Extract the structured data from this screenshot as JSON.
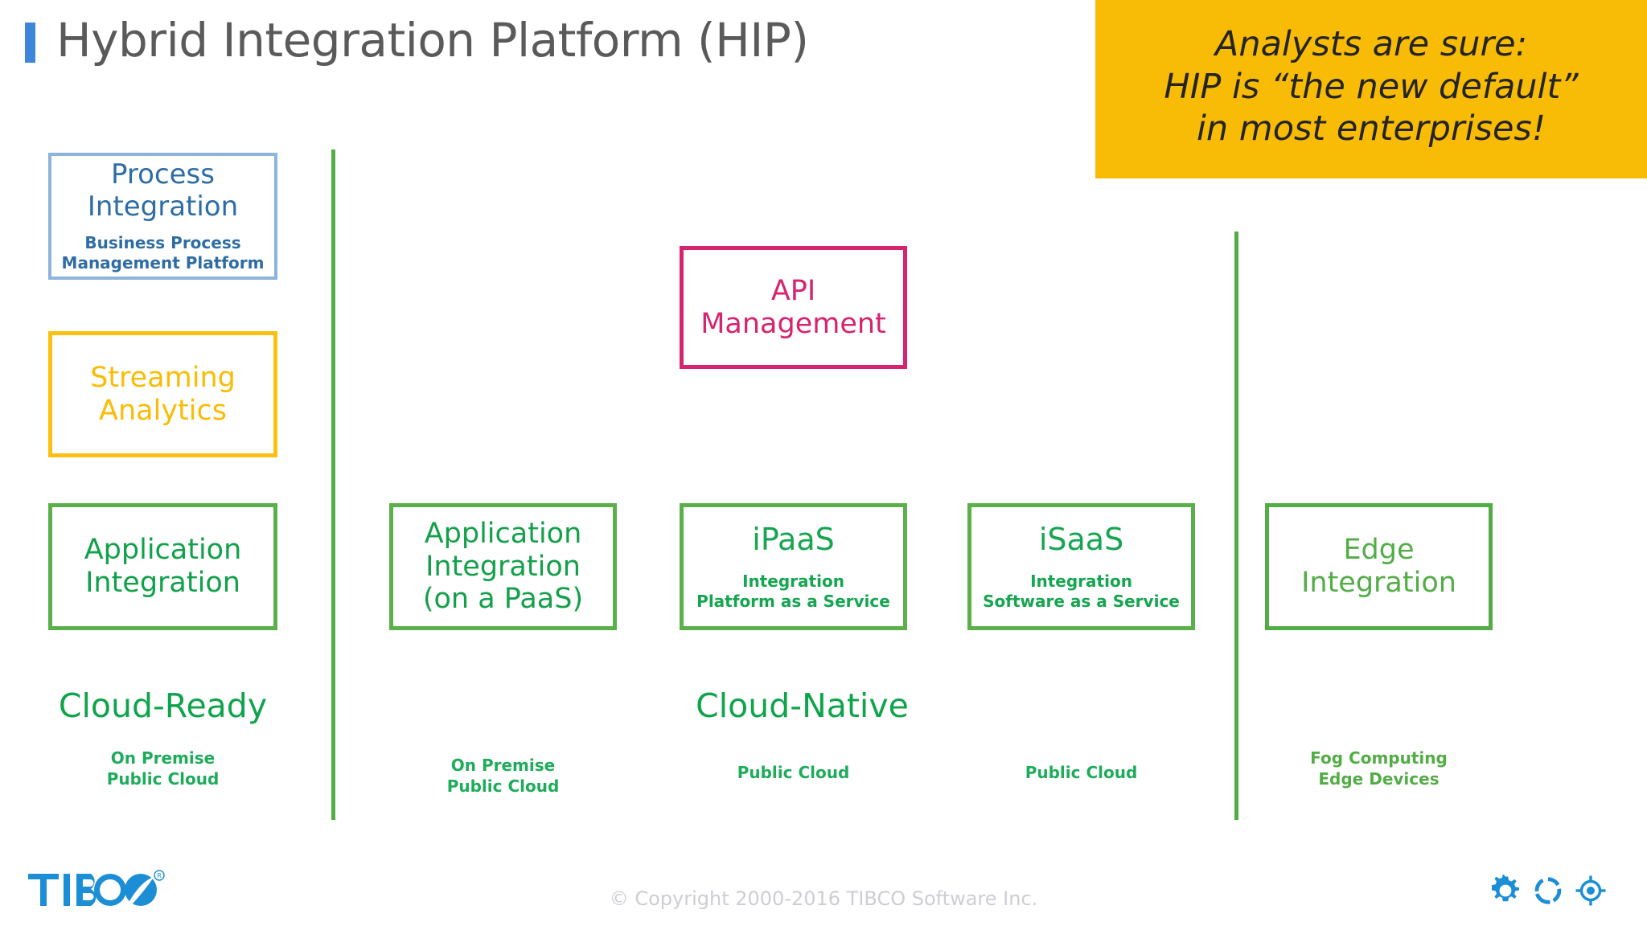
{
  "header": {
    "title": "Hybrid Integration Platform (HIP)",
    "accent_color": "#3c87dc"
  },
  "callout": {
    "background_color": "#f9bc06",
    "text_color": "#242424",
    "lines": [
      "Analysts are sure:",
      "HIP is “the new default”",
      "in most enterprises!"
    ]
  },
  "boxes": [
    {
      "id": "process-integration",
      "title_line1": "Process",
      "title_line2": "Integration",
      "sub_line1": "Business Process",
      "sub_line2": "Management Platform",
      "border_color": "#8cb4dd",
      "text_color": "#2e6da4"
    },
    {
      "id": "streaming-analytics",
      "title_line1": "Streaming",
      "title_line2": "Analytics",
      "sub_line1": "",
      "sub_line2": "",
      "border_color": "#fbc011",
      "text_color": "#f9bc06"
    },
    {
      "id": "application-integration",
      "title_line1": "Application",
      "title_line2": "Integration",
      "sub_line1": "",
      "sub_line2": "",
      "border_color": "#5bb04b",
      "text_color": "#10a14a"
    },
    {
      "id": "api-management",
      "title_line1": "API",
      "title_line2": "Management",
      "sub_line1": "",
      "sub_line2": "",
      "border_color": "#d6246e",
      "text_color": "#d6246e"
    },
    {
      "id": "application-integration-paas",
      "title_line1": "Application",
      "title_line2": "Integration",
      "title_line3": "(on a PaaS)",
      "sub_line1": "",
      "sub_line2": "",
      "border_color": "#5bb04b",
      "text_color": "#14a04a"
    },
    {
      "id": "ipaas",
      "title_line1": "iPaaS",
      "sub_line1": "Integration",
      "sub_line2": "Platform as a Service",
      "border_color": "#5bb04b",
      "text_color": "#16a550"
    },
    {
      "id": "isaas",
      "title_line1": "iSaaS",
      "sub_line1": "Integration",
      "sub_line2": "Software as a Service",
      "border_color": "#5bb04b",
      "text_color": "#16a550"
    },
    {
      "id": "edge-integration",
      "title_line1": "Edge",
      "title_line2": "Integration",
      "sub_line1": "",
      "sub_line2": "",
      "border_color": "#53ad46",
      "text_color": "#53ad46"
    }
  ],
  "categories": [
    {
      "id": "cloud-ready",
      "label": "Cloud-Ready",
      "color": "#0fa34c"
    },
    {
      "id": "cloud-native",
      "label": "Cloud-Native",
      "color": "#0fa34c"
    }
  ],
  "footnotes": [
    {
      "id": "cloud-ready",
      "line1": "On Premise",
      "line2": "Public Cloud"
    },
    {
      "id": "application-integration-paas",
      "line1": "On Premise",
      "line2": "Public Cloud"
    },
    {
      "id": "ipaas",
      "line1": "Public Cloud",
      "line2": ""
    },
    {
      "id": "isaas",
      "line1": "Public Cloud",
      "line2": ""
    },
    {
      "id": "edge-integration",
      "line1": "Fog Computing",
      "line2": "Edge Devices"
    }
  ],
  "footer": {
    "copyright": "© Copyright 2000-2016 TIBCO Software Inc.",
    "logo_text": "TIBCO",
    "logo_trademark": "®",
    "logo_color": "#1b8ed6",
    "icons": [
      "gear-icon",
      "loop-icon",
      "target-icon"
    ],
    "icon_color": "#1b8ed6"
  },
  "dividers": {
    "color": "#53ad46",
    "count": 2
  }
}
